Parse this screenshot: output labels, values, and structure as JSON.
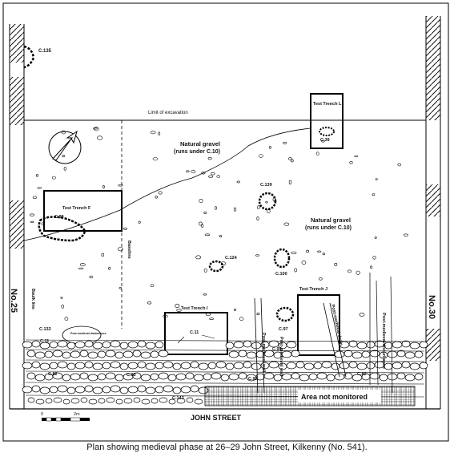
{
  "labels": {
    "c135": "C.135",
    "limit": "Limit of excavation",
    "trench_l": "Test Trench L",
    "c39": "C.39",
    "gravel_top": "Natural gravel",
    "gravel_top_sub": "(runs under C.10)",
    "trench_f": "Test Trench F",
    "c88": "C.88",
    "c139": "C.139",
    "gravel_mid": "Natural gravel",
    "gravel_mid_sub": "(runs under C.10)",
    "baseline": "Baseline",
    "c124": "C.124",
    "c100": "C.100",
    "no25": "No.25",
    "no30": "No.30",
    "baulk": "Baulk line",
    "trench_j": "Test Trench J",
    "trench_i": "Test Trench I",
    "c132": "C.132",
    "pm_dist_left": "Post-medieval disturbance",
    "c11_left": "C.11",
    "c11_mid": "C.11",
    "pm_wall_mid": "Post-medieval wall",
    "c97": "C.97",
    "pm_drain": "Post-medieval drain",
    "c94": "C.94",
    "pm_dist_right": "Post-medieval disturbance",
    "c82": "C.82",
    "c93": "C.93",
    "c92": "C.92",
    "pm_wall_bottom": "Post-medieval wall",
    "c143": "C.143",
    "area_not_monitored": "Area not monitored",
    "john_street": "JOHN STREET",
    "scale_0": "0",
    "scale_2m": "2m"
  },
  "caption": "Plan showing medieval phase at 26–29 John Street, Kilkenny (No. 541)."
}
